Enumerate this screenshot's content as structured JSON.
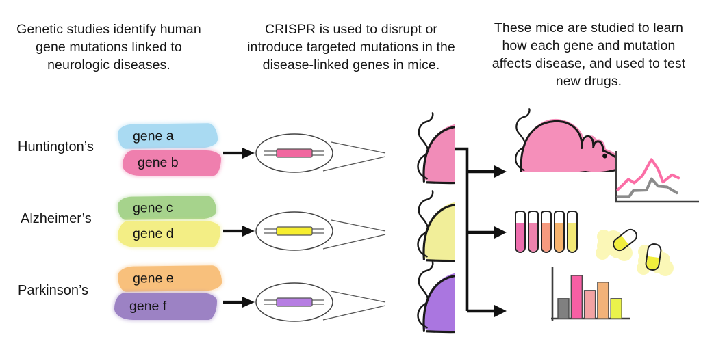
{
  "columns": [
    {
      "heading": "Genetic studies identify human gene mutations linked to neurologic diseases."
    },
    {
      "heading": "CRISPR is used to disrupt or introduce targeted mutations in the disease-linked genes in mice."
    },
    {
      "heading": "These mice are studied to learn how each gene and mutation affects disease, and used to test new drugs."
    }
  ],
  "diseases": [
    {
      "name": "Huntington’s",
      "genes": [
        {
          "label": "gene a",
          "color": "#a9daf2"
        },
        {
          "label": "gene b",
          "color": "#ef7fae"
        }
      ],
      "mouse_color": "#f18cb8",
      "insert_color": "#f0679f"
    },
    {
      "name": "Alzheimer’s",
      "genes": [
        {
          "label": "gene c",
          "color": "#a6d38c"
        },
        {
          "label": "gene d",
          "color": "#f3ee85"
        }
      ],
      "mouse_color": "#f1ee99",
      "insert_color": "#f6ee2f"
    },
    {
      "name": "Parkinson’s",
      "genes": [
        {
          "label": "gene e",
          "color": "#f8c07c"
        },
        {
          "label": "gene f",
          "color": "#9c82c4"
        }
      ],
      "mouse_color": "#aa76e0",
      "insert_color": "#b67ee2"
    }
  ],
  "icons": {
    "flow_arrow": "→"
  },
  "outputs": {
    "studied_mouse_color": "#f58fba",
    "test_tube_colors": [
      "#ed6dad",
      "#ee82ad",
      "#f69a7f",
      "#f6b36d",
      "#f3e976"
    ],
    "pill_color": "#f1ee3d",
    "pill_splash_color": "#f8f27d"
  },
  "chart_data": [
    {
      "type": "line",
      "title": "",
      "xlabel": "",
      "ylabel": "",
      "axes_note": "L-shaped axes, no ticks or labels shown",
      "axis_color": "#3d3d3d",
      "series": [
        {
          "name": "pink-line",
          "color": "#fb6ea6",
          "points": [
            [
              2,
              22
            ],
            [
              15,
              45
            ],
            [
              22,
              37
            ],
            [
              32,
              53
            ],
            [
              43,
              89
            ],
            [
              51,
              68
            ],
            [
              57,
              39
            ],
            [
              68,
              55
            ],
            [
              76,
              48
            ]
          ]
        },
        {
          "name": "gray-line",
          "color": "#8c8c8c",
          "points": [
            [
              2,
              7
            ],
            [
              16,
              7
            ],
            [
              21,
              20
            ],
            [
              37,
              21
            ],
            [
              43,
              46
            ],
            [
              51,
              30
            ],
            [
              62,
              28
            ],
            [
              74,
              15
            ]
          ]
        }
      ]
    },
    {
      "type": "bar",
      "title": "",
      "xlabel": "",
      "ylabel": "",
      "axes_note": "L-shaped axes, no ticks or labels shown",
      "axis_color": "#3d3d3d",
      "categories": [
        "",
        "",
        "",
        "",
        ""
      ],
      "values": [
        39,
        84,
        55,
        71,
        39
      ],
      "colors": [
        "#808080",
        "#f75fa4",
        "#f2a3a3",
        "#f2b279",
        "#eaf24b"
      ]
    }
  ]
}
